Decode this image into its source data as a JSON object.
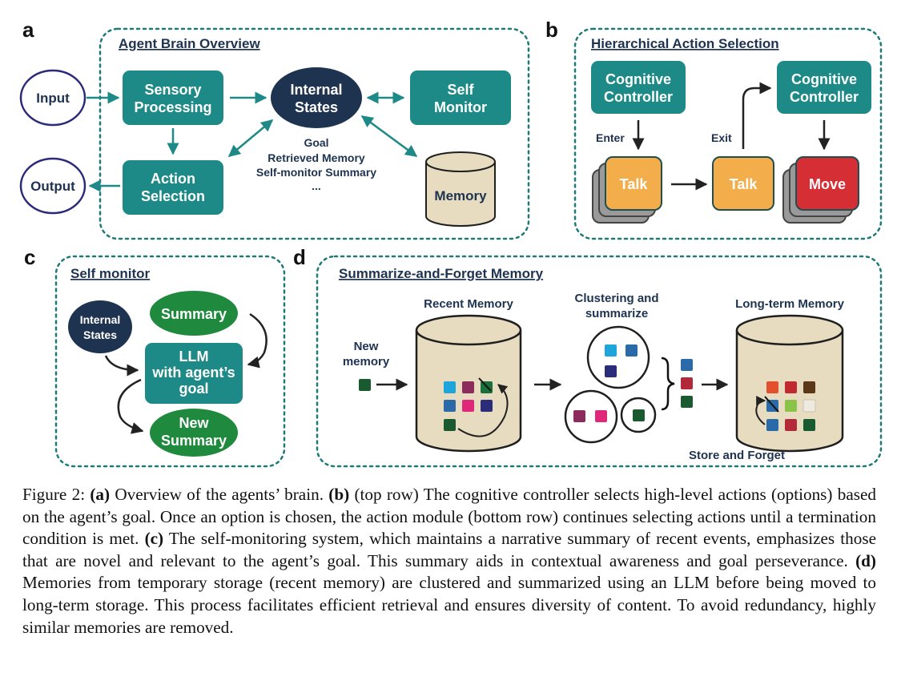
{
  "panel_a": {
    "letter": "a",
    "title": "Agent Brain Overview",
    "input": "Input",
    "output": "Output",
    "sensory_processing": [
      "Sensory",
      "Processing"
    ],
    "internal_states": [
      "Internal",
      "States"
    ],
    "self_monitor": [
      "Self",
      "Monitor"
    ],
    "action_selection": [
      "Action",
      "Selection"
    ],
    "memory": "Memory",
    "state_items": [
      "Goal",
      "Retrieved Memory",
      "Self-monitor Summary",
      "..."
    ]
  },
  "panel_b": {
    "letter": "b",
    "title": "Hierarchical Action Selection",
    "controller_left": [
      "Cognitive",
      "Controller"
    ],
    "controller_right": [
      "Cognitive",
      "Controller"
    ],
    "enter": "Enter",
    "exit": "Exit",
    "talk_1": "Talk",
    "talk_2": "Talk",
    "move": "Move"
  },
  "panel_c": {
    "letter": "c",
    "title": "Self monitor",
    "internal_states": [
      "Internal",
      "States"
    ],
    "summary": "Summary",
    "llm": [
      "LLM",
      "with agent’s",
      "goal"
    ],
    "new_summary": [
      "New",
      "Summary"
    ]
  },
  "panel_d": {
    "letter": "d",
    "title": "Summarize-and-Forget Memory",
    "recent_memory": "Recent Memory",
    "clustering": [
      "Clustering and",
      "summarize"
    ],
    "long_term_memory": "Long-term Memory",
    "new_memory": [
      "New",
      "memory"
    ],
    "store_forget": "Store and Forget"
  },
  "colors": {
    "teal": "#1e8a87",
    "navy": "#1e3350",
    "green": "#1f8a3e",
    "orange": "#f3ae4b",
    "red": "#d62e35",
    "beige": "#e8dcc0",
    "grey_card": "#9a9a9a"
  },
  "caption": {
    "prefix": "Figure 2: ",
    "a_label": "(a)",
    "a_text": " Overview of the agents’ brain. ",
    "b_label": "(b)",
    "b_text": " (top row) The cognitive controller selects high-level actions (options) based on the agent’s goal. Once an option is chosen, the action module (bottom row) continues selecting actions until a termination condition is met. ",
    "c_label": "(c)",
    "c_text": " The self-monitoring system, which maintains a narrative summary of recent events, emphasizes those that are novel and relevant to the agent’s goal. This summary aids in contextual awareness and goal perseverance. ",
    "d_label": "(d)",
    "d_text": " Memories from temporary storage (recent memory) are clustered and summarized using an LLM before being moved to long-term storage. This process facilitates efficient retrieval and ensures diversity of content. To avoid redundancy, highly similar memories are removed."
  }
}
